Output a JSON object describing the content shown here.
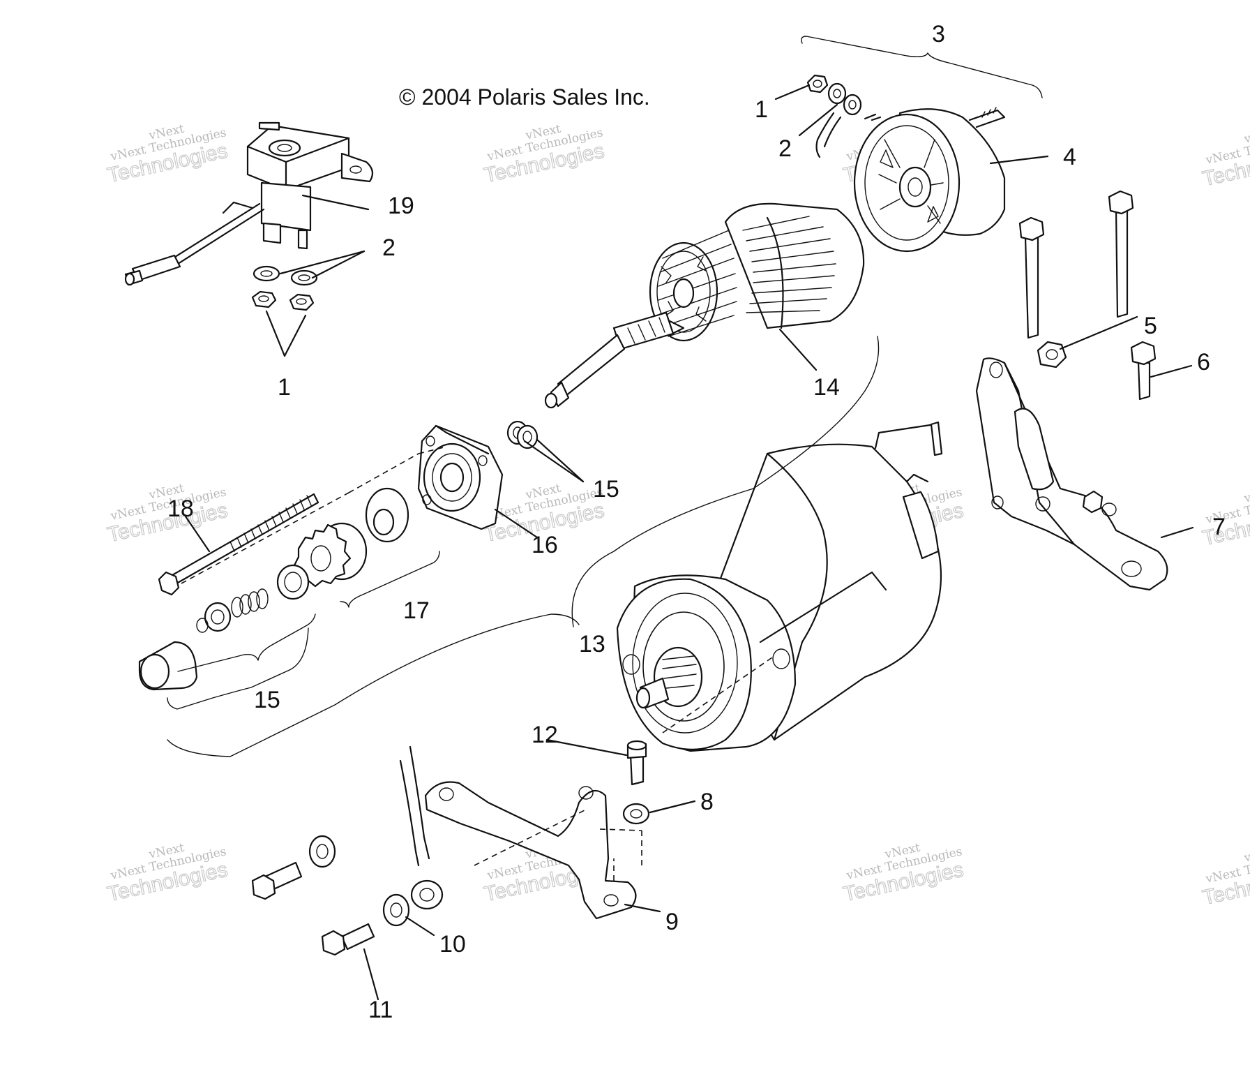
{
  "copyright": "© 2004 Polaris Sales Inc.",
  "watermark": {
    "line1": "vNext",
    "line2": "vNext Technologies",
    "line3": "Technologies"
  },
  "callouts": {
    "c1a": "1",
    "c1b": "1",
    "c2a": "2",
    "c2b": "2",
    "c3": "3",
    "c4": "4",
    "c5": "5",
    "c6": "6",
    "c7": "7",
    "c8": "8",
    "c9": "9",
    "c10": "10",
    "c11": "11",
    "c12": "12",
    "c13": "13",
    "c14": "14",
    "c15a": "15",
    "c15b": "15",
    "c16": "16",
    "c17": "17",
    "c18": "18",
    "c19": "19"
  }
}
